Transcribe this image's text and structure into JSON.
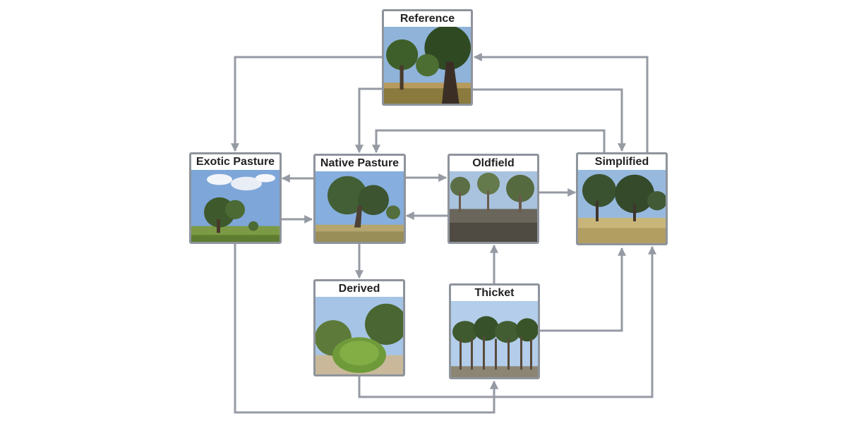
{
  "colors": {
    "arrow": "#959aa3",
    "box_border": "#8e949c",
    "title_text": "#222222"
  },
  "states": {
    "reference": {
      "title": "Reference",
      "photo_icon": "woodland-photo"
    },
    "exotic_pasture": {
      "title": "Exotic Pasture",
      "photo_icon": "pasture-photo"
    },
    "native_pasture": {
      "title": "Native Pasture",
      "photo_icon": "pasture-photo"
    },
    "oldfield": {
      "title": "Oldfield",
      "photo_icon": "woodland-photo"
    },
    "simplified": {
      "title": "Simplified",
      "photo_icon": "grassy-woodland-photo"
    },
    "derived": {
      "title": "Derived",
      "photo_icon": "shrubland-photo"
    },
    "thicket": {
      "title": "Thicket",
      "photo_icon": "forest-photo"
    }
  },
  "transitions": [
    {
      "from": "Reference",
      "to": "Exotic Pasture"
    },
    {
      "from": "Reference",
      "to": "Native Pasture"
    },
    {
      "from": "Reference",
      "to": "Simplified"
    },
    {
      "from": "Simplified",
      "to": "Reference"
    },
    {
      "from": "Simplified",
      "to": "Native Pasture"
    },
    {
      "from": "Native Pasture",
      "to": "Exotic Pasture"
    },
    {
      "from": "Exotic Pasture",
      "to": "Native Pasture"
    },
    {
      "from": "Native Pasture",
      "to": "Oldfield"
    },
    {
      "from": "Oldfield",
      "to": "Native Pasture"
    },
    {
      "from": "Oldfield",
      "to": "Simplified"
    },
    {
      "from": "Native Pasture",
      "to": "Derived"
    },
    {
      "from": "Thicket",
      "to": "Oldfield"
    },
    {
      "from": "Thicket",
      "to": "Simplified"
    },
    {
      "from": "Derived",
      "to": "Simplified"
    },
    {
      "from": "Derived",
      "to": "Thicket"
    },
    {
      "from": "Exotic Pasture",
      "to": "Thicket"
    }
  ]
}
